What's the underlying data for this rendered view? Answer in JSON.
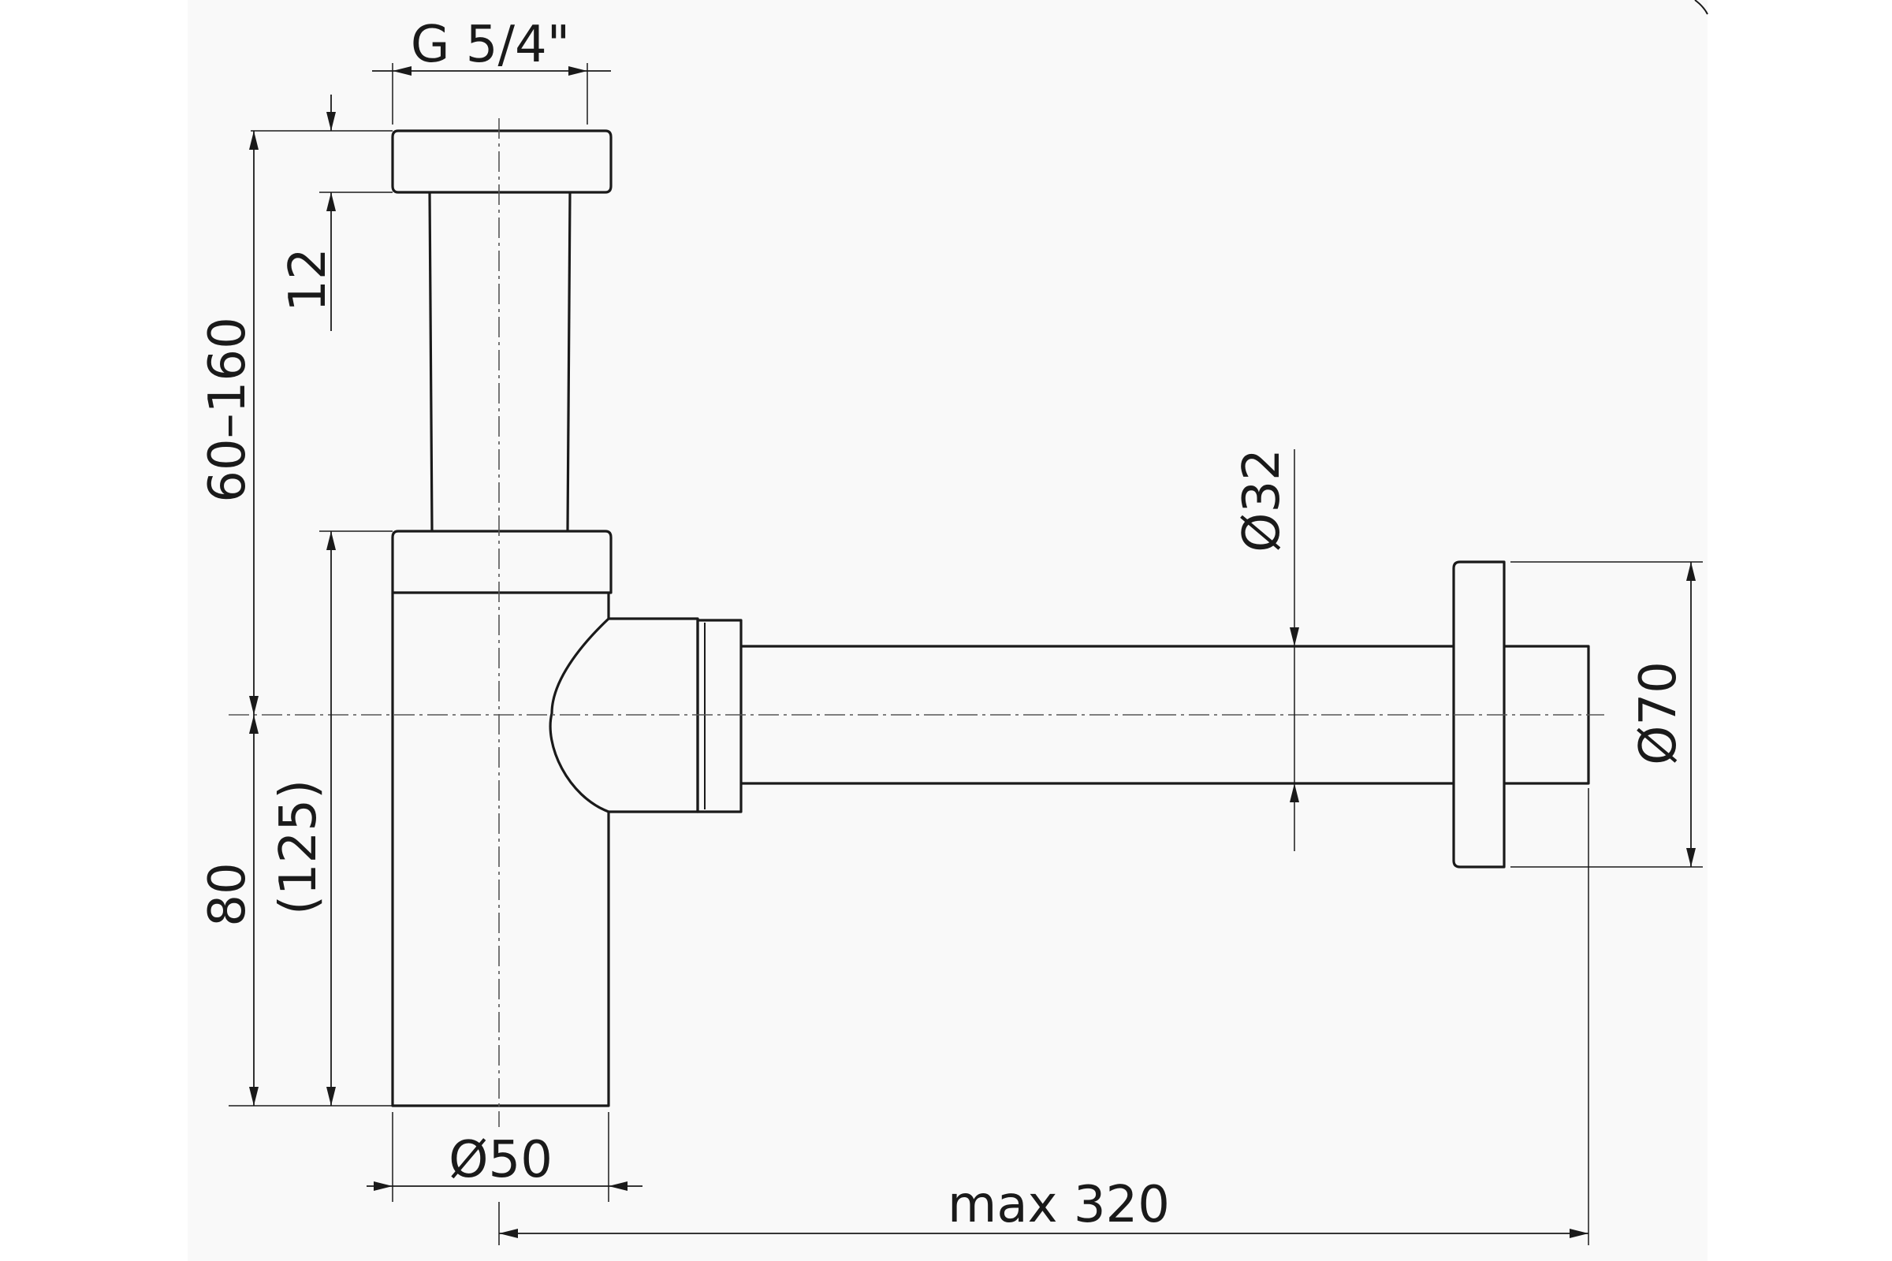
{
  "dimensions": {
    "thread": "G 5/4\"",
    "nut_height": "12",
    "inlet_height": "60–160",
    "outlet_height": "80",
    "outlet_height_alt": "(125)",
    "body_diameter": "Ø50",
    "pipe_diameter": "Ø32",
    "flange_diameter": "Ø70",
    "max_length": "max 320"
  },
  "colors": {
    "line": "#1a1a1a",
    "paper": "#f9f9f9"
  }
}
